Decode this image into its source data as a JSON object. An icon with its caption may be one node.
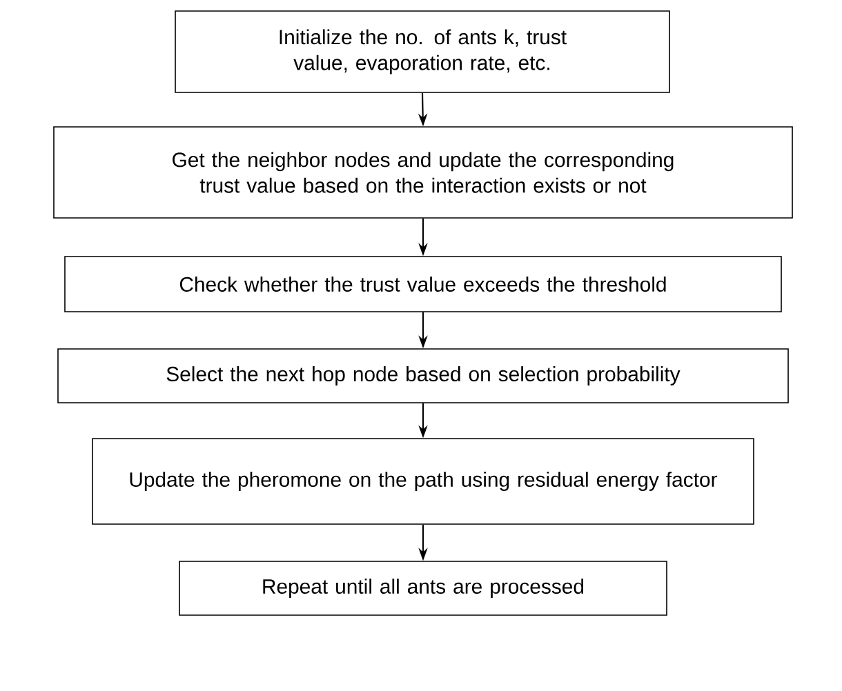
{
  "diagram": {
    "nodes": [
      {
        "text": [
          "Initialize the no. of ants k, trust value, evaporation rate, etc."
        ]
      },
      {
        "text": [
          "Get the neighbor nodes and update the corresponding trust value based on the interaction exists or not"
        ]
      },
      {
        "text": [
          "Check whether the trust value exceeds the threshold"
        ]
      },
      {
        "text": [
          "Select the next hop node based on selection probability"
        ]
      },
      {
        "text": [
          "Update the pheromone on the path using residual energy factor"
        ]
      },
      {
        "text": [
          "Repeat until all ants are processed"
        ]
      }
    ],
    "edges": [
      {
        "from": 0,
        "to": 1,
        "arrow": "to"
      },
      {
        "from": 1,
        "to": 2,
        "arrow": "to"
      },
      {
        "from": 2,
        "to": 3,
        "arrow": "to"
      },
      {
        "from": 3,
        "to": 4,
        "arrow": "to"
      },
      {
        "from": 4,
        "to": 5,
        "arrow": "to"
      }
    ]
  }
}
